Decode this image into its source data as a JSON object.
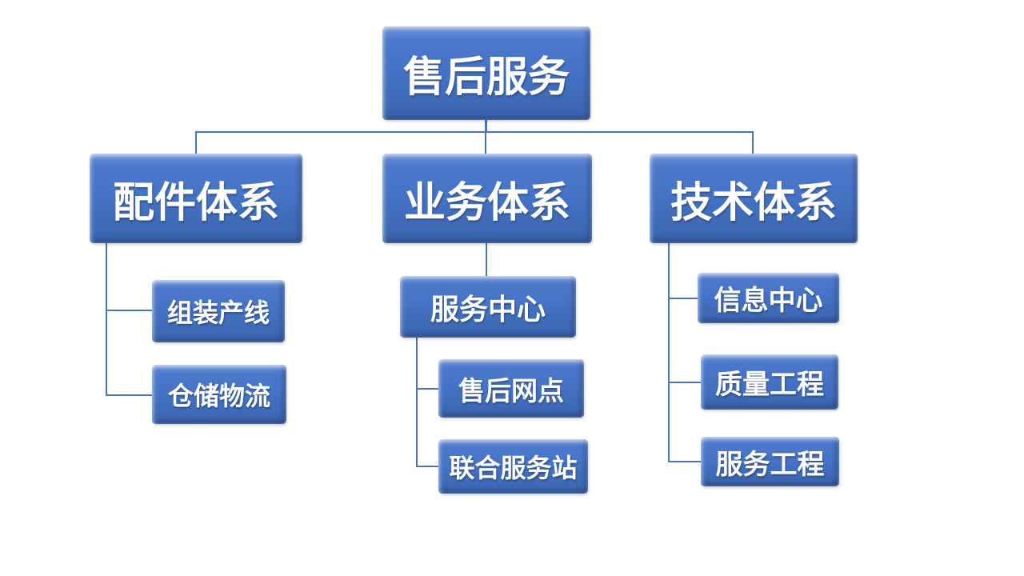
{
  "diagram": {
    "type": "org-chart",
    "root": {
      "label": "售后服务"
    },
    "branches": [
      {
        "label": "配件体系",
        "children": [
          {
            "label": "组装产线"
          },
          {
            "label": "仓储物流"
          }
        ]
      },
      {
        "label": "业务体系",
        "children": [
          {
            "label": "服务中心",
            "children": [
              {
                "label": "售后网点"
              },
              {
                "label": "联合服务站"
              }
            ]
          }
        ]
      },
      {
        "label": "技术体系",
        "children": [
          {
            "label": "信息中心"
          },
          {
            "label": "质量工程"
          },
          {
            "label": "服务工程"
          }
        ]
      }
    ]
  },
  "colors": {
    "node_fill": "#4472c4",
    "node_fill_light": "#7396d8",
    "node_fill_dark": "#3a62ac",
    "connector": "#4a74bc",
    "text": "#ffffff",
    "background": "#ffffff"
  }
}
